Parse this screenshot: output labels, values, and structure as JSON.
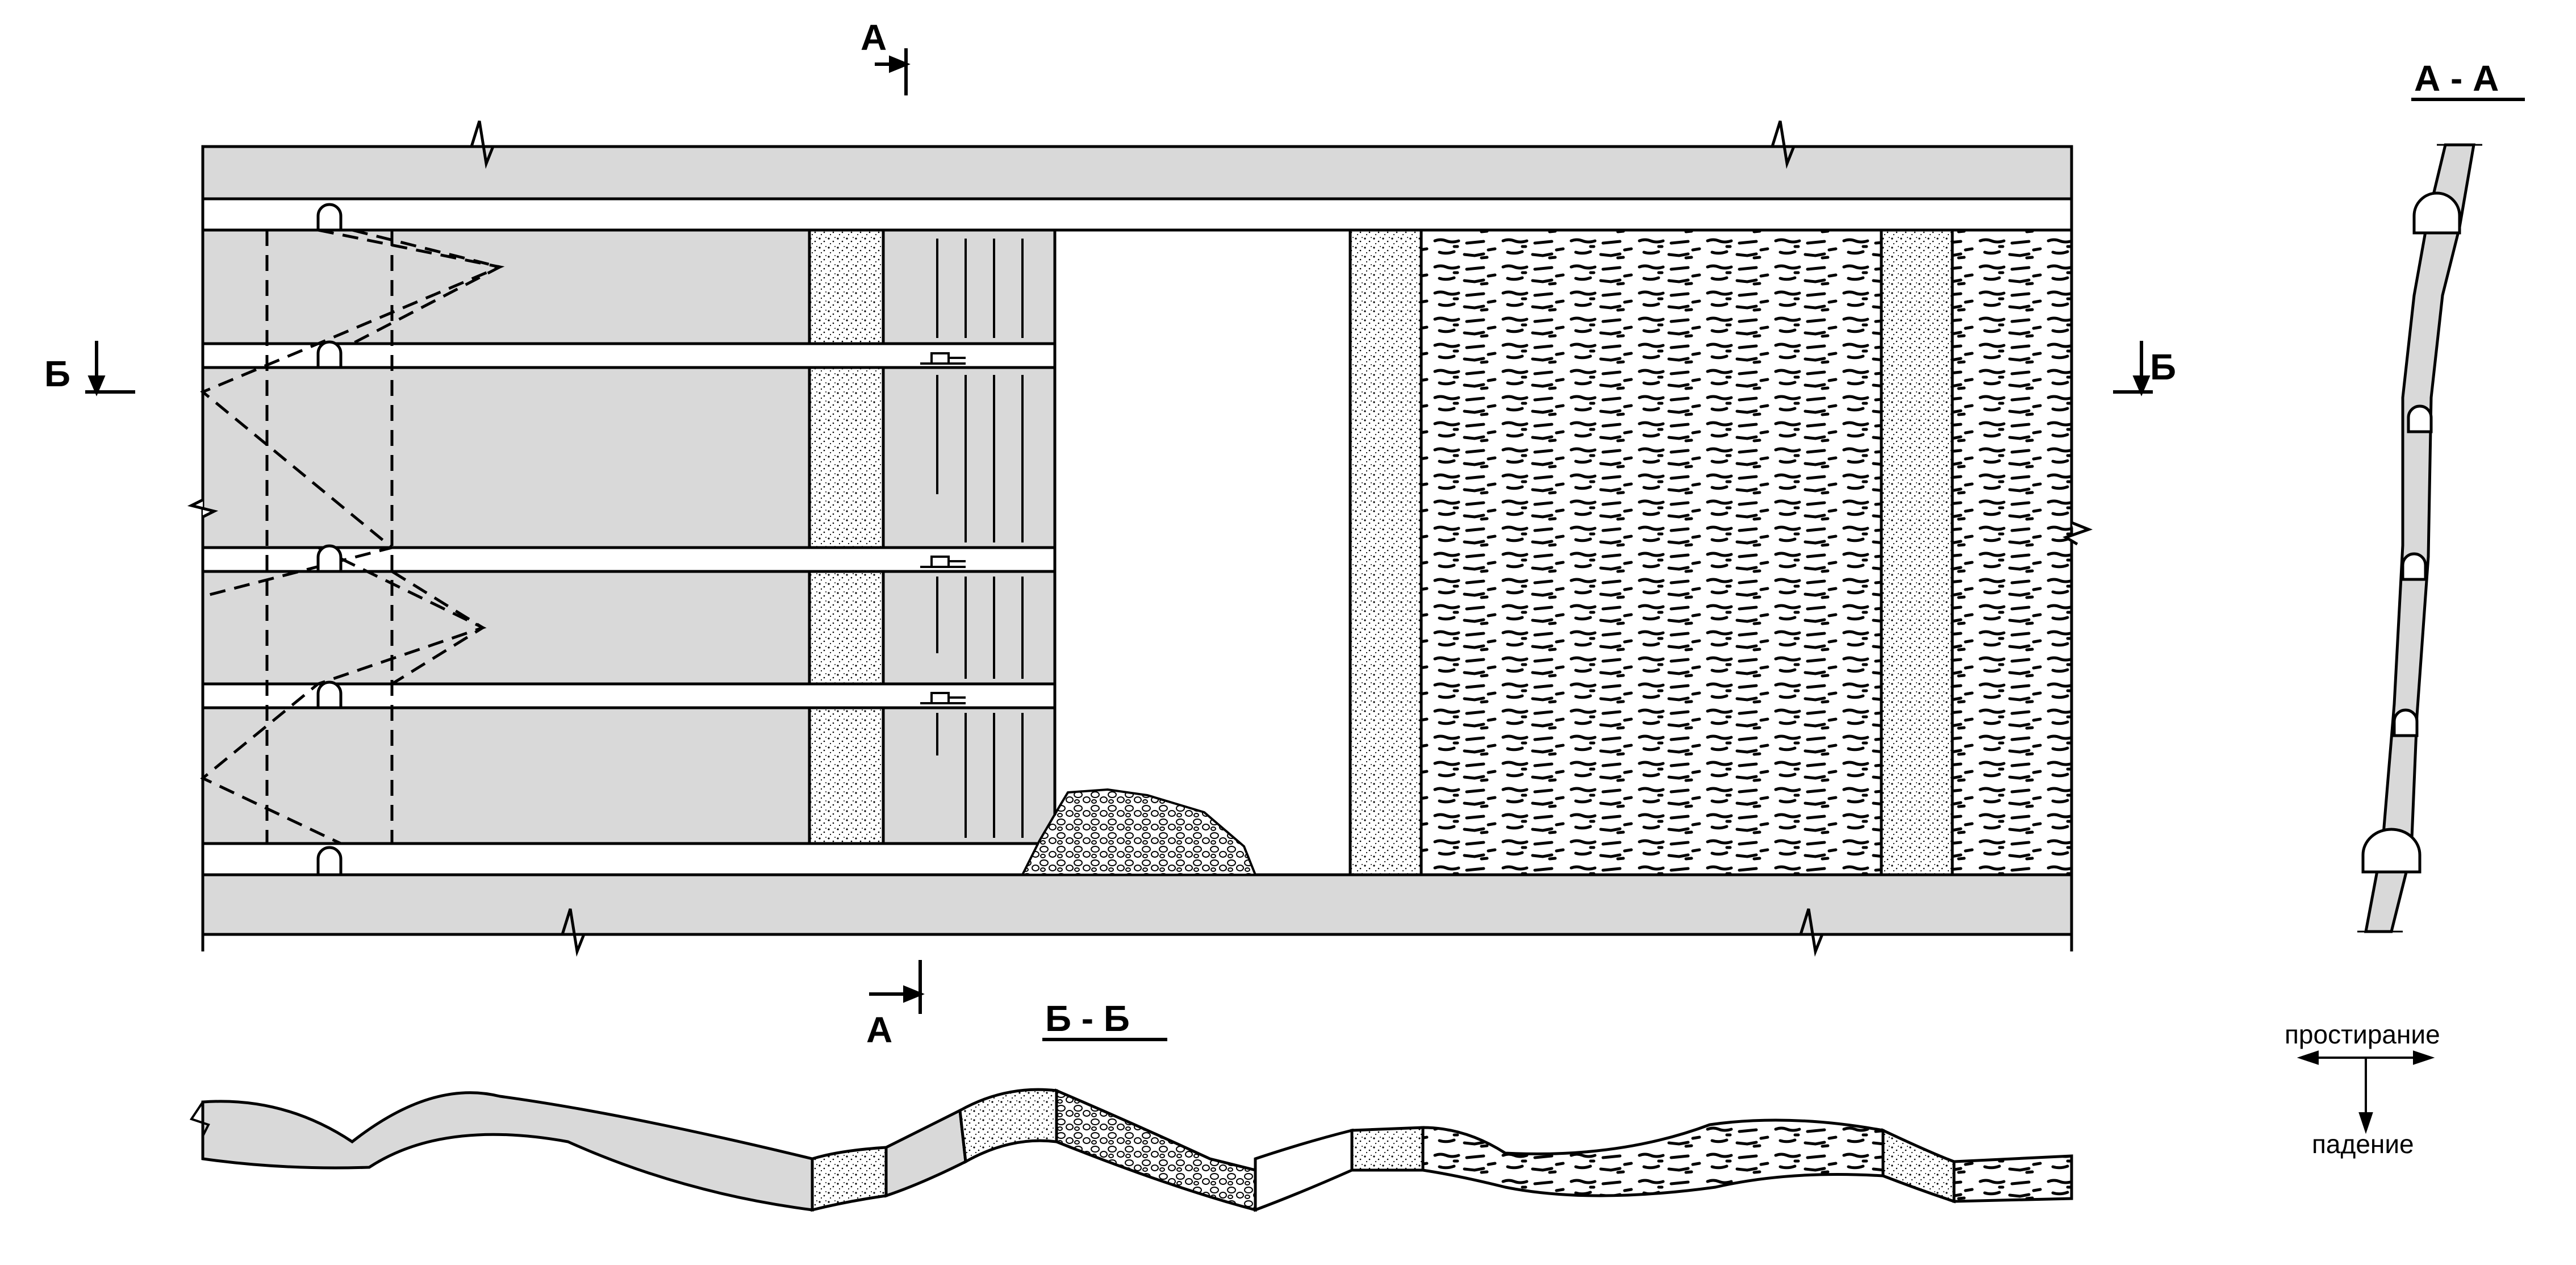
{
  "labels": {
    "section_a_top": "А",
    "section_a_bottom": "А",
    "section_b_left": "Б",
    "section_b_right": "Б",
    "section_aa_title": "А - А",
    "section_bb_title": "Б - Б",
    "strike": "простирание",
    "dip": "падение"
  },
  "colors": {
    "vein_fill": "#d9d9d9",
    "line": "#000000",
    "background": "#ffffff"
  }
}
